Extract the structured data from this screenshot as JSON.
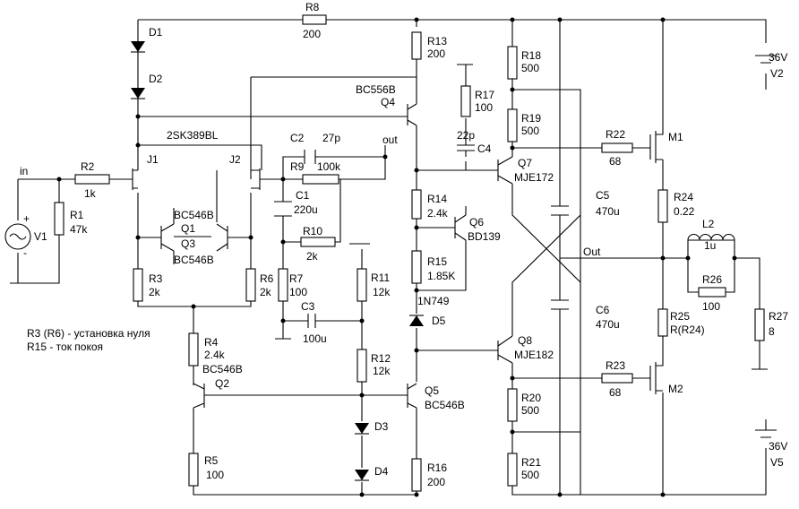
{
  "labels": {
    "R8": "R8",
    "R8v": "200",
    "D1": "D1",
    "D2": "D2",
    "R13": "R13",
    "R13v": "200",
    "R18": "R18",
    "R18v": "500",
    "R19": "R19",
    "R19v": "500",
    "R17": "R17",
    "R17v": "100",
    "C4v": "22p",
    "C4": "C4",
    "Q4v": "BC556B",
    "Q4": "Q4",
    "jfet": "2SK389BL",
    "J1": "J1",
    "J2": "J2",
    "C2": "C2",
    "C2v": "27p",
    "out": "out",
    "R9": "R9",
    "R9v": "100k",
    "C1": "C1",
    "C1v": "220u",
    "R10": "R10",
    "R10v": "2k",
    "R7": "R7",
    "R7v": "100",
    "C3": "C3",
    "C3v": "100u",
    "in": "in",
    "R2": "R2",
    "R2v": "1k",
    "R1": "R1",
    "R1v": "47k",
    "V1": "V1",
    "Q1v": "BC546B",
    "Q1": "Q1",
    "Q3": "Q3",
    "Q3v": "BC546B",
    "R3": "R3",
    "R3v": "2k",
    "R6": "R6",
    "R6v": "2k",
    "R4": "R4",
    "R4v": "2.4k",
    "Q2v": "BC546B",
    "Q2": "Q2",
    "R5": "R5",
    "R5v": "100",
    "R11": "R11",
    "R11v": "12k",
    "R12": "R12",
    "R12v": "12k",
    "D3": "D3",
    "D4": "D4",
    "R14": "R14",
    "R14v": "2.4k",
    "R15": "R15",
    "R15v": "1.85K",
    "D5v": "1N749",
    "D5": "D5",
    "Q6": "Q6",
    "Q6v": "BD139",
    "Q5": "Q5",
    "Q5v": "BC546B",
    "R16": "R16",
    "R16v": "200",
    "Q7": "Q7",
    "Q7v": "MJE172",
    "Q8": "Q8",
    "Q8v": "MJE182",
    "R20": "R20",
    "R20v": "500",
    "R21": "R21",
    "R21v": "500",
    "C5": "C5",
    "C5v": "470u",
    "C6": "C6",
    "C6v": "470u",
    "Out": "Out",
    "R22": "R22",
    "R22v": "68",
    "R23": "R23",
    "R23v": "68",
    "M1": "M1",
    "M2": "M2",
    "R24": "R24",
    "R24v": "0.22",
    "L2": "L2",
    "L2v": "1u",
    "R26": "R26",
    "R26v": "100",
    "R25": "R25",
    "R25v": "R(R24)",
    "R27": "R27",
    "R27v": "8",
    "V2v": "36V",
    "V2": "V2",
    "V5v": "36V",
    "V5": "V5",
    "plus": "+",
    "minus": "-"
  },
  "notes": {
    "line1": "R3 (R6) - установка нуля",
    "line2": "R15 - ток покоя"
  }
}
